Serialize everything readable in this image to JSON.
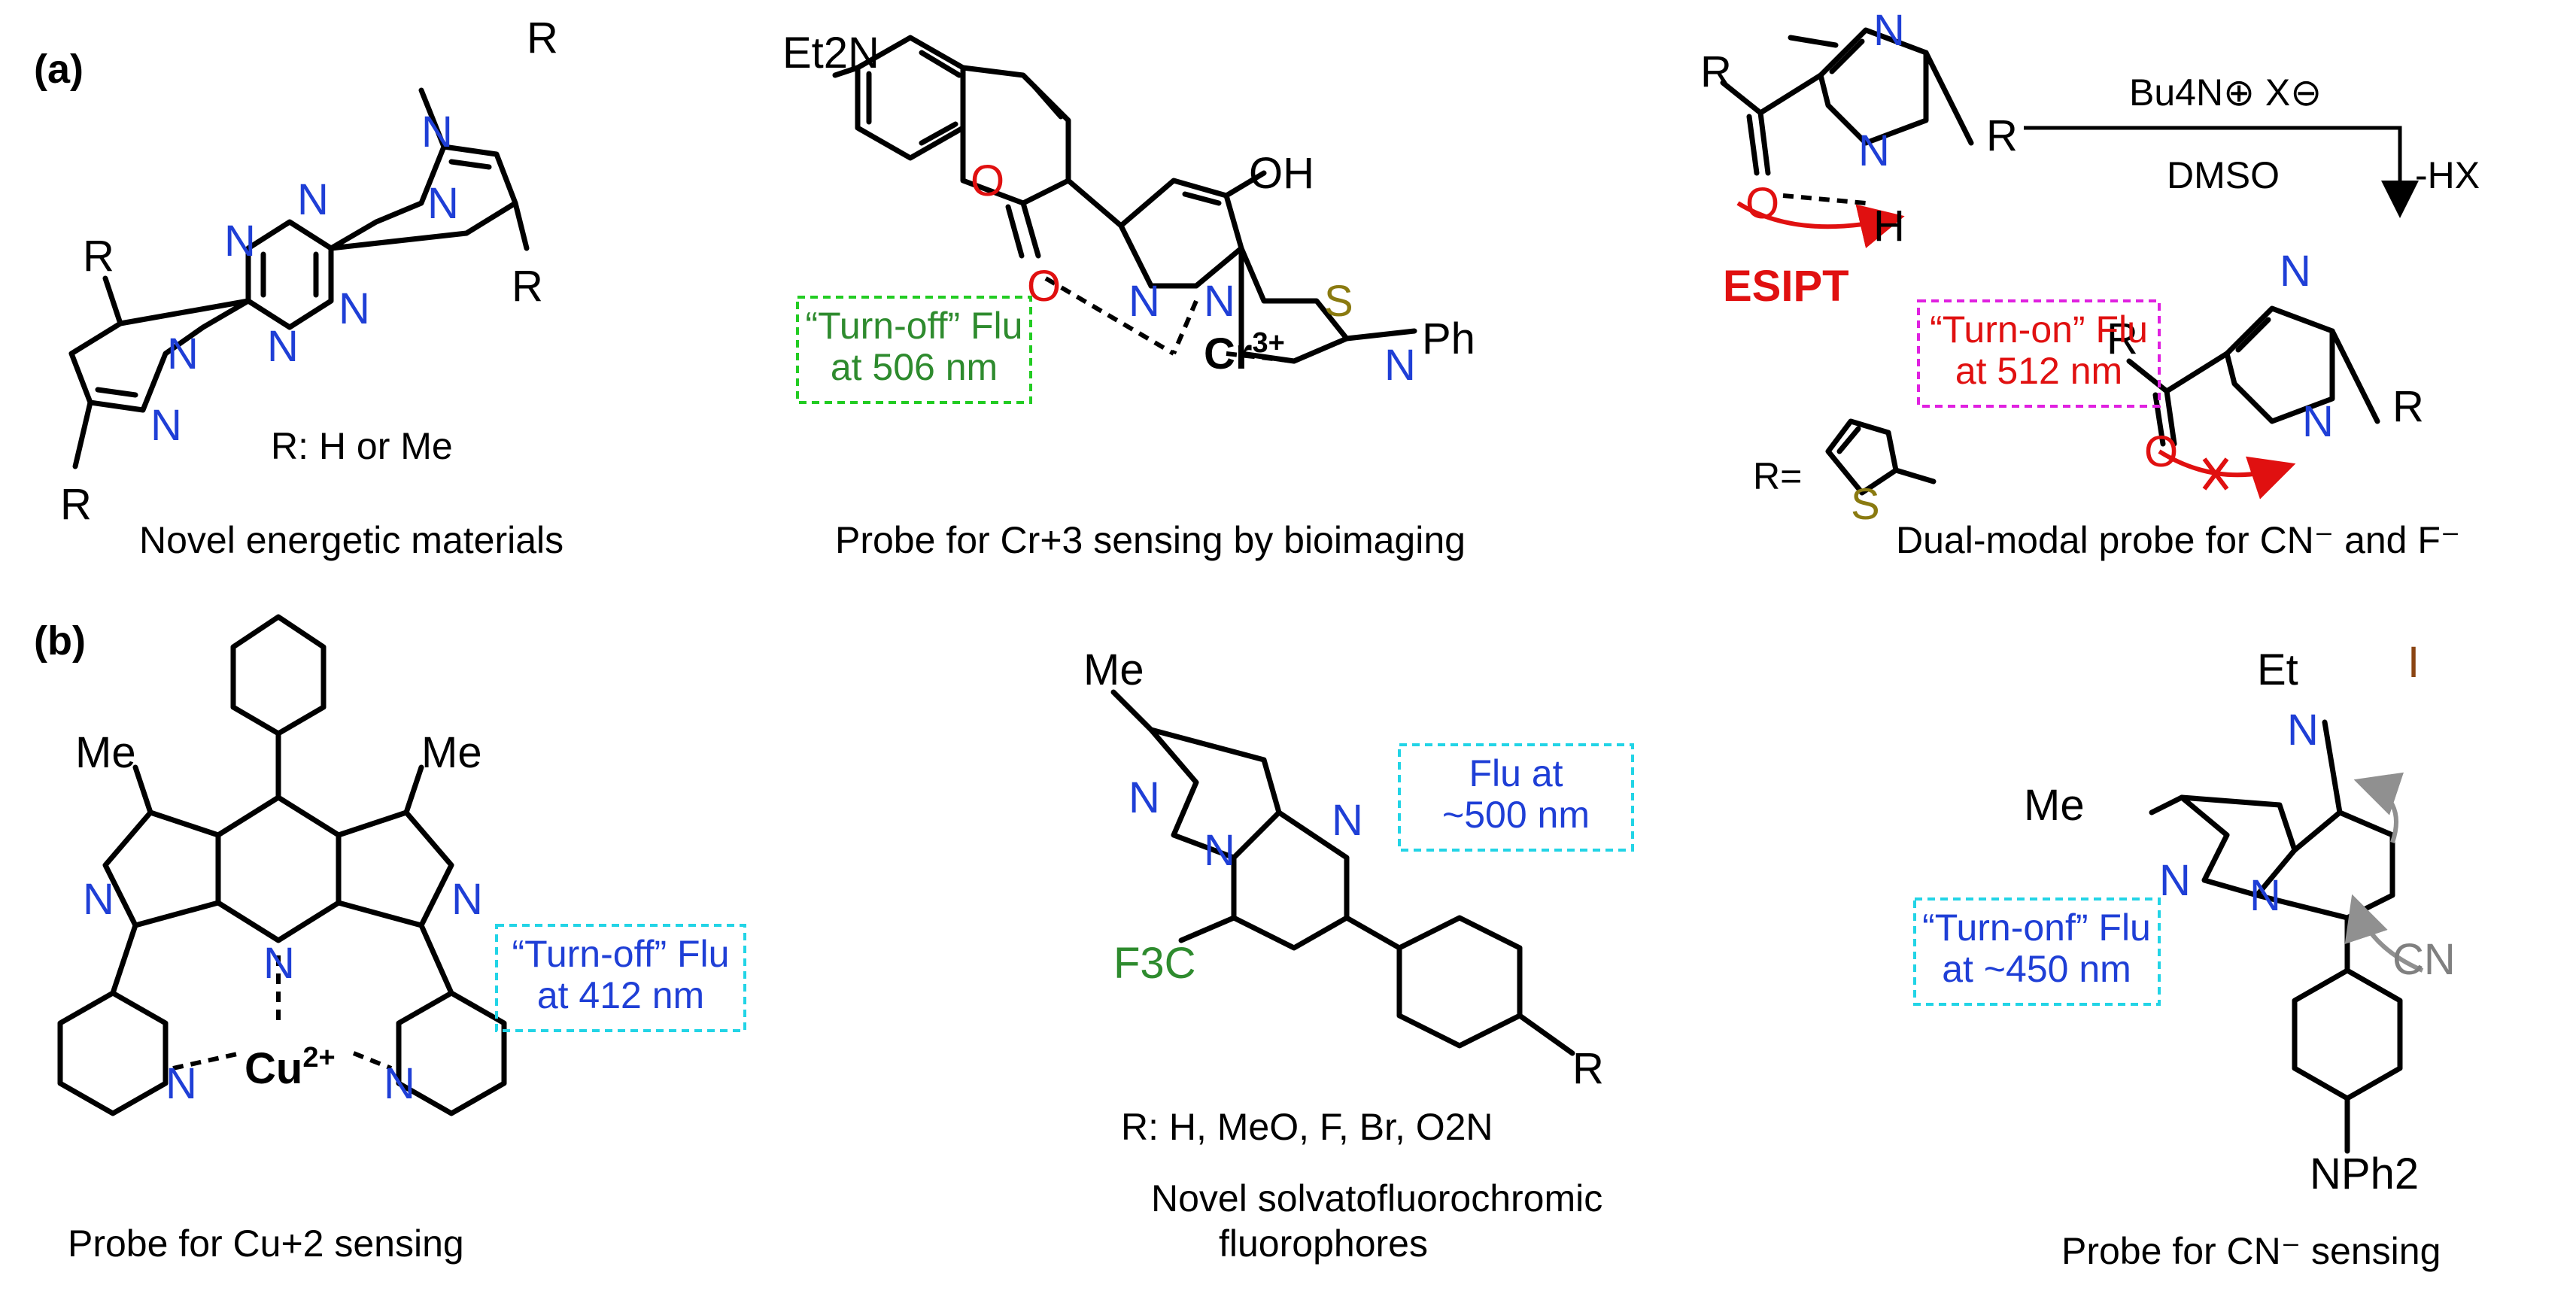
{
  "panels": {
    "a": "(a)",
    "b": "(b)"
  },
  "a1": {
    "caption": "Novel energetic materials",
    "substituent": "R: H or Me",
    "atom_R": "R",
    "atom_N": "N"
  },
  "a2": {
    "caption": "Probe for Cr+3 sensing by bioimaging",
    "amine": "Et2N",
    "metal": "Cr",
    "metal_charge": "3+",
    "oh": "OH",
    "ph": "Ph",
    "s": "S",
    "o": "O",
    "n": "N",
    "box_line1": "“Turn-off” Flu",
    "box_line2": "at 506 nm",
    "colors": {
      "box": "#22cc22",
      "text": "#2e8b2e"
    }
  },
  "a3": {
    "caption": "Dual-modal probe for CN⁻ and F⁻",
    "reagent": "Bu4N⊕ X⊖",
    "solvent": "DMSO",
    "loss": "-HX",
    "esipt": "ESIPT",
    "r_def": "R=",
    "box_line1": "“Turn-on” Flu",
    "box_line2": "at 512 nm",
    "colors": {
      "box": "#e020e0",
      "text": "#e01010"
    }
  },
  "b1": {
    "caption": "Probe for Cu+2 sensing",
    "metal": "Cu",
    "metal_charge": "2+",
    "me": "Me",
    "box_line1": "“Turn-off” Flu",
    "box_line2": "at 412 nm",
    "colors": {
      "box": "#22d4e6",
      "text": "#1f3fd6"
    }
  },
  "b2": {
    "caption_line1": "Novel solvatofluorochromic",
    "caption_line2": "fluorophores",
    "substituent": "R: H, MeO, F,  Br, O2N",
    "me": "Me",
    "cf3": "F3C",
    "box_line1": "Flu at",
    "box_line2": "~500 nm",
    "colors": {
      "box": "#22d4e6",
      "text": "#1f3fd6"
    }
  },
  "b3": {
    "caption": "Probe for CN⁻ sensing",
    "et": "Et",
    "iodide": "I",
    "me": "Me",
    "cn": "CN",
    "nph2": "NPh2",
    "box_line1": "“Turn-onf” Flu",
    "box_line2": "at ~450 nm",
    "colors": {
      "box": "#22d4e6",
      "text": "#1f3fd6"
    }
  }
}
